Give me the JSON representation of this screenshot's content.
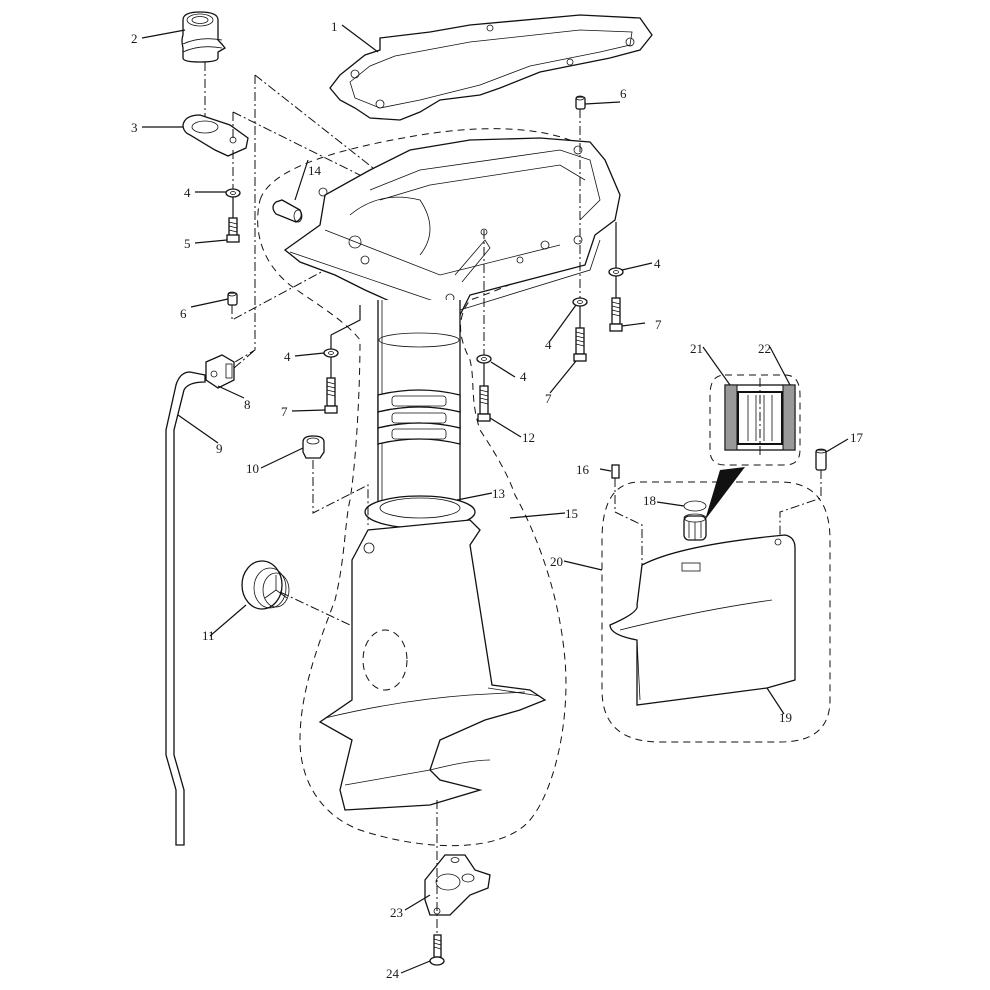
{
  "diagram": {
    "type": "exploded-parts-view",
    "callouts": [
      {
        "id": "c1",
        "label": "1"
      },
      {
        "id": "c2",
        "label": "2"
      },
      {
        "id": "c3",
        "label": "3"
      },
      {
        "id": "c4a",
        "label": "4"
      },
      {
        "id": "c5",
        "label": "5"
      },
      {
        "id": "c6a",
        "label": "6"
      },
      {
        "id": "c6b",
        "label": "6"
      },
      {
        "id": "c4b",
        "label": "4"
      },
      {
        "id": "c7a",
        "label": "7"
      },
      {
        "id": "c8",
        "label": "8"
      },
      {
        "id": "c9",
        "label": "9"
      },
      {
        "id": "c10",
        "label": "10"
      },
      {
        "id": "c11",
        "label": "11"
      },
      {
        "id": "c14",
        "label": "14"
      },
      {
        "id": "c4c",
        "label": "4"
      },
      {
        "id": "c7b",
        "label": "7"
      },
      {
        "id": "c4d",
        "label": "4"
      },
      {
        "id": "c7c",
        "label": "7"
      },
      {
        "id": "c4e",
        "label": "4"
      },
      {
        "id": "c12",
        "label": "12"
      },
      {
        "id": "c13",
        "label": "13"
      },
      {
        "id": "c15",
        "label": "15"
      },
      {
        "id": "c16",
        "label": "16"
      },
      {
        "id": "c17",
        "label": "17"
      },
      {
        "id": "c18",
        "label": "18"
      },
      {
        "id": "c19",
        "label": "19"
      },
      {
        "id": "c20",
        "label": "20"
      },
      {
        "id": "c21",
        "label": "21"
      },
      {
        "id": "c22",
        "label": "22"
      },
      {
        "id": "c23",
        "label": "23"
      },
      {
        "id": "c24",
        "label": "24"
      }
    ]
  }
}
